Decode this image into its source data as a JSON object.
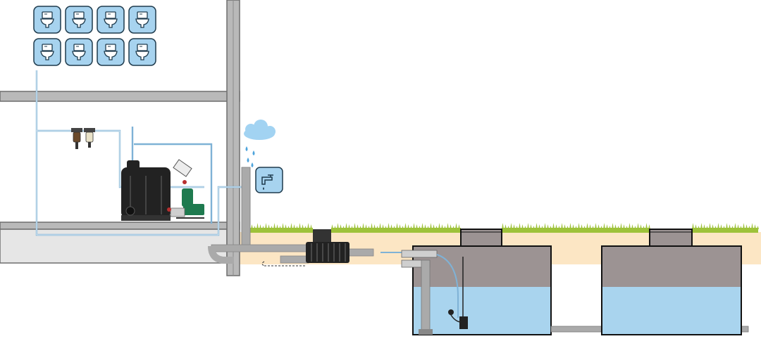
{
  "diagram": {
    "kind": "rainwater-harvesting-system",
    "colors": {
      "wall": "#b9b9b9",
      "wall_stroke": "#6e6e6e",
      "floor_fill": "#e6e6e6",
      "pipe_light": "#7fb2d6",
      "pipe_grey": "#aaaaaa",
      "soil": "#fce6c4",
      "grass": "#9ec23a",
      "tank_air": "#9c9393",
      "tank_water": "#a9d4ee",
      "icon_bg": "#a7d3ef",
      "icon_stroke": "#1f3b4d",
      "pump_body": "#222222",
      "pump_green": "#1e7a4f",
      "cloud": "#a2d3f2",
      "rain": "#4ea4dc"
    },
    "toilet_icons": [
      "toilet-icon",
      "toilet-icon",
      "toilet-icon",
      "toilet-icon",
      "toilet-icon",
      "toilet-icon",
      "toilet-icon",
      "toilet-icon"
    ],
    "tap_icon": "faucet-icon",
    "cloud_icon": "rain-cloud-icon",
    "tanks": [
      "underground-tank-1",
      "underground-tank-2"
    ],
    "components": [
      "filter-housing-1",
      "filter-housing-2",
      "control-unit",
      "pump",
      "expansion-vessel",
      "inline-filter",
      "submersible-pump",
      "downpipe",
      "overflow-pipe"
    ]
  }
}
